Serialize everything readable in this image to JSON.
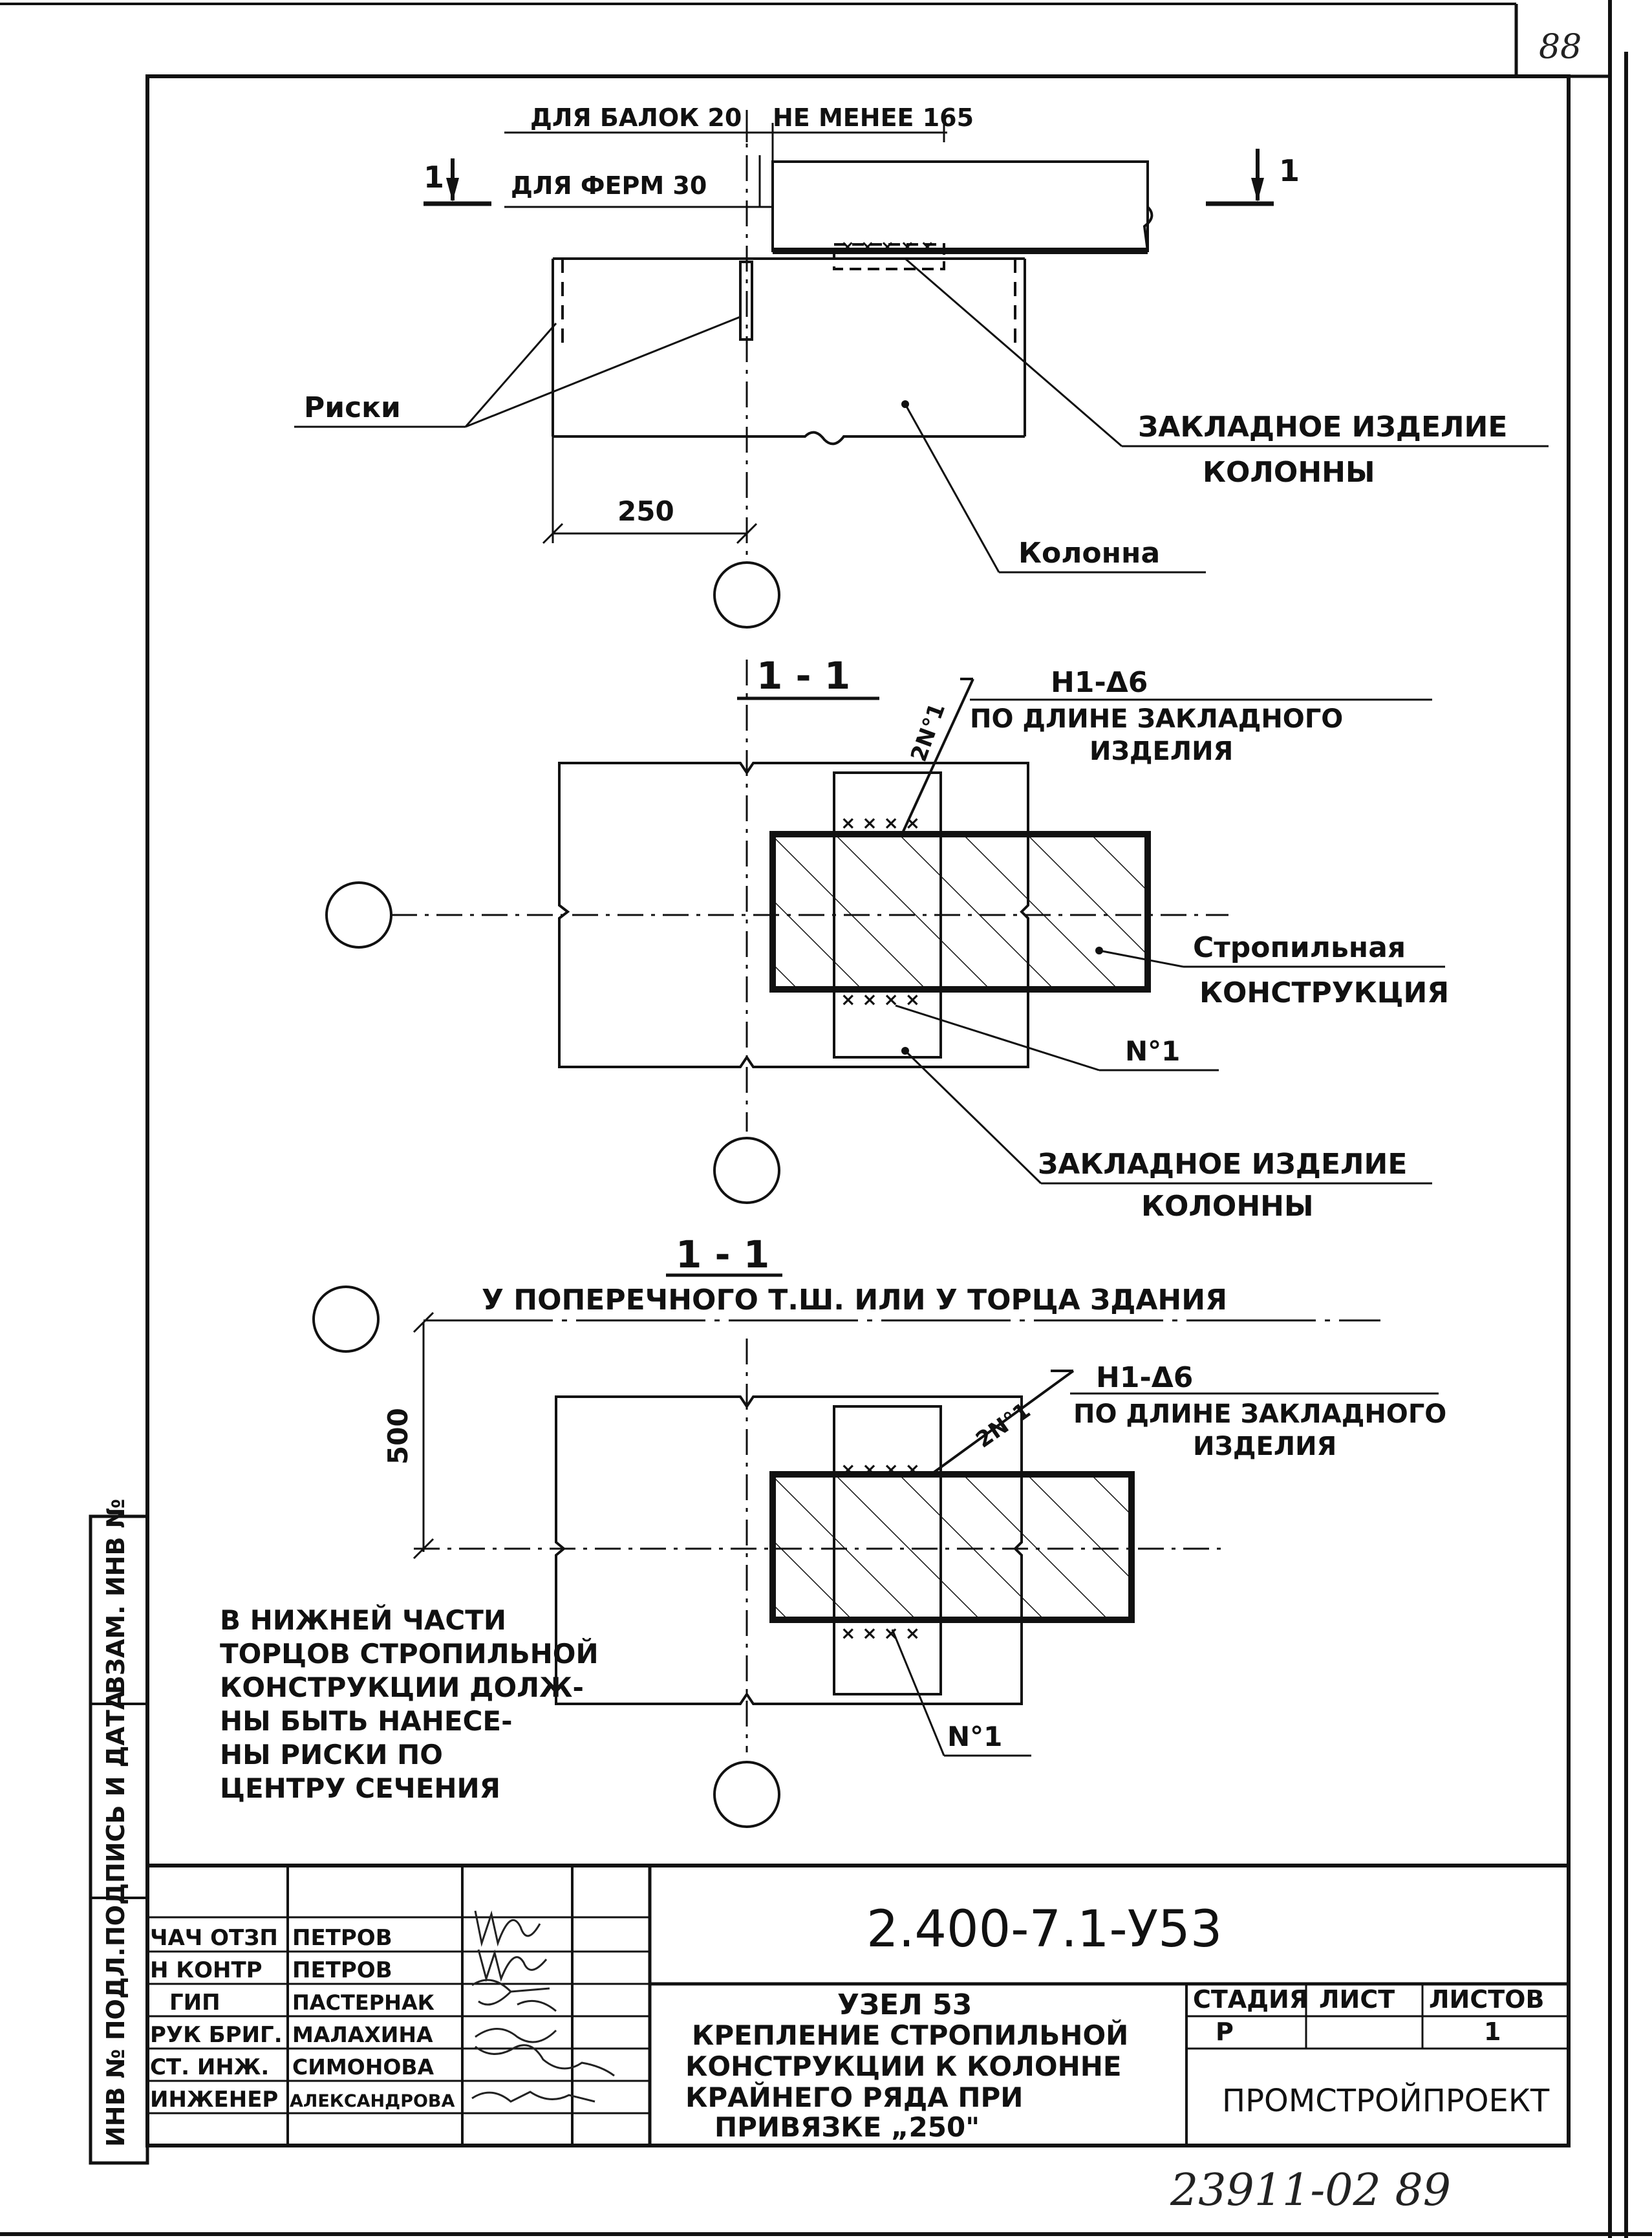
{
  "sheet": {
    "page_number_top": "88",
    "footer_code": "23911-02   89"
  },
  "top_view": {
    "dim_beams": "ДЛЯ БАЛОК 20",
    "dim_min": "НЕ МЕНЕЕ 165",
    "dim_trusses": "ДЛЯ ФЕРМ 30",
    "section_mark_left": "1",
    "section_mark_right": "1",
    "label_marks": "Риски",
    "label_embedded": "ЗАКЛАДНОЕ ИЗДЕЛИЕ",
    "label_embedded_2": "КОЛОННЫ",
    "label_column": "Колонна",
    "dim_250": "250"
  },
  "section_a": {
    "title": "1 - 1",
    "weld_code": "Н1-Δ6",
    "weld_note_1": "ПО ДЛИНЕ ЗАКЛАДНОГО",
    "weld_note_2": "ИЗДЕЛИЯ",
    "weld_mark": "2N°1",
    "label_rafter": "Стропильная",
    "label_rafter_2": "КОНСТРУКЦИЯ",
    "label_no1": "N°1",
    "label_embedded": "ЗАКЛАДНОЕ ИЗДЕЛИЕ",
    "label_embedded_2": "КОЛОННЫ"
  },
  "section_b": {
    "title": "1 - 1",
    "subtitle": "У ПОПЕРЕЧНОГО Т.Ш. ИЛИ У ТОРЦА  ЗДАНИЯ",
    "weld_code": "Н1-Δ6",
    "weld_note_1": "ПО ДЛИНЕ ЗАКЛАДНОГО",
    "weld_note_2": "ИЗДЕЛИЯ",
    "weld_mark": "2N°1",
    "dim_500": "500",
    "label_no1": "N°1",
    "note_lines": [
      "В НИЖНЕЙ ЧАСТИ",
      "ТОРЦОВ СТРОПИЛЬНОЙ",
      "КОНСТРУКЦИИ ДОЛЖ-",
      "НЫ БЫТЬ НАНЕСЕ-",
      "НЫ РИСКИ  ПО",
      "ЦЕНТРУ СЕЧЕНИЯ"
    ]
  },
  "side_stamp": {
    "inv_podl": "ИНВ № ПОДЛ.",
    "podpis": "ПОДПИСЬ И ДАТА",
    "vzam": "ВЗАМ. ИНВ №"
  },
  "title_block": {
    "doc_code": "2.400-7.1-У53",
    "node_title": "УЗЕЛ 53",
    "description": [
      "КРЕПЛЕНИЕ СТРОПИЛЬНОЙ",
      "КОНСТРУКЦИИ К КОЛОННЕ",
      "КРАЙНЕГО РЯДА  ПРИ",
      "ПРИВЯЗКЕ „250\""
    ],
    "stage_header": "СТАДИЯ",
    "sheet_header": "ЛИСТ",
    "sheets_header": "ЛИСТОВ",
    "stage_value": "Р",
    "sheets_value": "1",
    "organization": "ПРОМСТРОЙПРОЕКТ",
    "signers": [
      {
        "role": "ЧАЧ ОТЗП",
        "name": "ПЕТРОВ"
      },
      {
        "role": "Н КОНТР",
        "name": "ПЕТРОВ"
      },
      {
        "role": "ГИП",
        "name": "ПАСТЕРНАК"
      },
      {
        "role": "РУК БРИГ.",
        "name": "МАЛАХИНА"
      },
      {
        "role": "СТ. ИНЖ.",
        "name": "СИМОНОВА"
      },
      {
        "role": "ИНЖЕНЕР",
        "name": "АЛЕКСАНДРОВА"
      }
    ]
  }
}
